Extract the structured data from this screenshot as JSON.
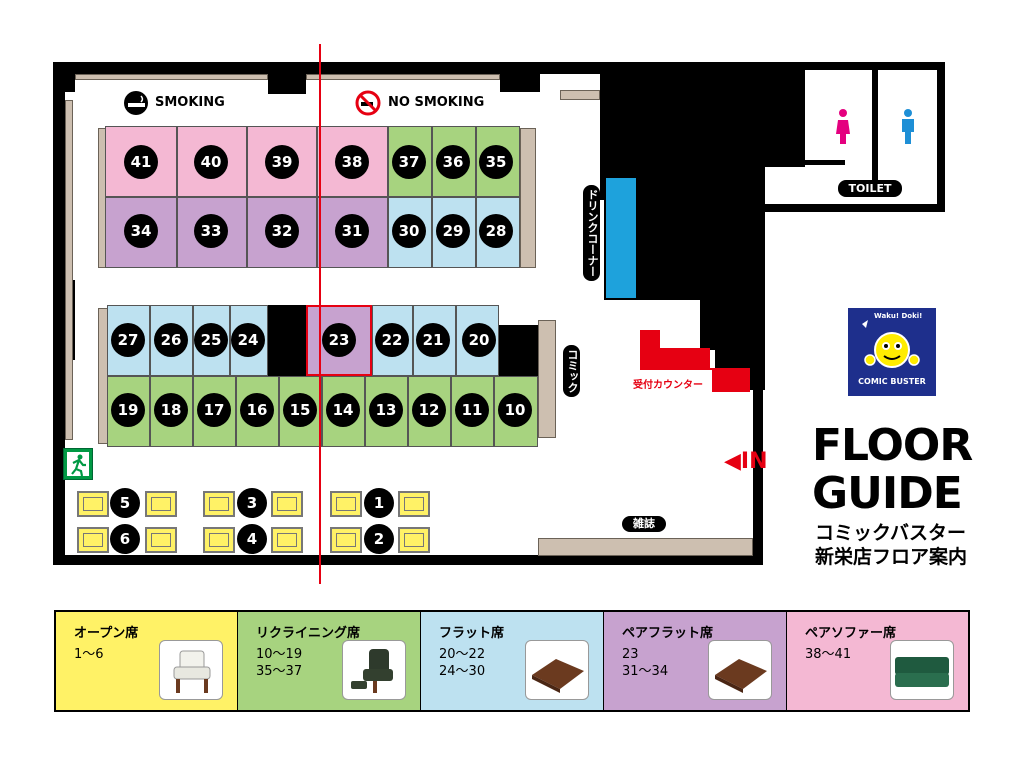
{
  "legend_signs": {
    "smoking": "SMOKING",
    "no_smoking": "NO SMOKING"
  },
  "toilet_label": "TOILET",
  "drink_corner": "ドリンクコーナー",
  "comic_shelf": "コミック",
  "reception": "受付カウンター",
  "magazine": "雑誌",
  "entrance": "◀IN",
  "logo_text": "COMIC BUSTER",
  "logo_small": "Waku! Doki!",
  "title": {
    "line1": "FLOOR",
    "line2": "GUIDE",
    "sub1": "コミックバスター",
    "sub2": "新栄店フロア案内"
  },
  "seats": {
    "row_top1": [
      "41",
      "40",
      "39",
      "38",
      "37",
      "36",
      "35"
    ],
    "row_top2": [
      "34",
      "33",
      "32",
      "31",
      "30",
      "29",
      "28"
    ],
    "row_mid1": [
      "27",
      "26",
      "25",
      "24",
      "23",
      "22",
      "21",
      "20"
    ],
    "row_mid2": [
      "19",
      "18",
      "17",
      "16",
      "15",
      "14",
      "13",
      "12",
      "11",
      "10"
    ],
    "open_top": [
      "5",
      "3",
      "1"
    ],
    "open_bottom": [
      "6",
      "4",
      "2"
    ]
  },
  "legend": [
    {
      "title": "オープン席",
      "range": "1～6",
      "color": "#fff266"
    },
    {
      "title": "リクライニング席",
      "range": "10～19\n35～37",
      "color": "#a7d37f"
    },
    {
      "title": "フラット席",
      "range": "20～22\n24～30",
      "color": "#bde1f0"
    },
    {
      "title": "ペアフラット席",
      "range": "23\n31～34",
      "color": "#c7a2cf"
    },
    {
      "title": "ペアソファー席",
      "range": "38～41",
      "color": "#f4b8d3"
    }
  ]
}
